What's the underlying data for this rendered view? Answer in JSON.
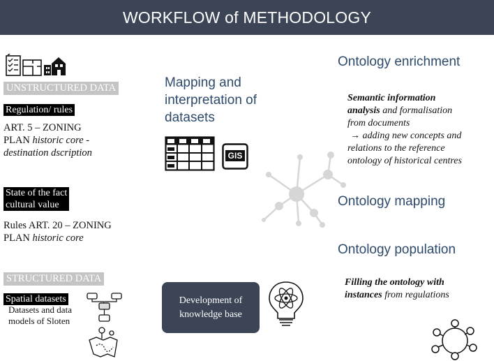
{
  "header": {
    "title": "WORKFLOW of METHODOLOGY"
  },
  "left": {
    "unstructured_label": "UNSTRUCTURED DATA",
    "regulation_label": "Regulation/ rules",
    "regulation_text_1": "ART. 5 – ZONING",
    "regulation_text_2": "PLAN",
    "regulation_text_2b": "historic core -",
    "regulation_text_3": "destination dscription",
    "state_label_1": "State of the  fact",
    "state_label_2": "cultural value",
    "rules_text_1": "Rules ART. 20 – ZONING",
    "rules_text_2": "PLAN",
    "rules_text_2b": "historic core",
    "structured_label": "STRUCTURED DATA",
    "spatial_label": "Spatial datasets",
    "spatial_text_1": "Datasets and data",
    "spatial_text_2": "models of Sloten"
  },
  "middle": {
    "mapping_title_1": "Mapping and",
    "mapping_title_2": "interpretation of",
    "mapping_title_3": "datasets",
    "gis_text": "GIS",
    "kb_text_1": "Development of",
    "kb_text_2": "knowledge base"
  },
  "right": {
    "enrichment_title": "Ontology enrichment",
    "enrich_1a": "Semantic information",
    "enrich_2a": "analysis",
    "enrich_2b": " and formalisation",
    "enrich_3": "from documents",
    "enrich_4": "→ adding new concepts and",
    "enrich_5": "relations to the reference",
    "enrich_6": "ontology of historical centres",
    "mapping_title": "Ontology mapping",
    "population_title": "Ontology population",
    "pop_1": "Filling the ontology with",
    "pop_2a": "instances",
    "pop_2b": " from regulations"
  },
  "colors": {
    "header_bg": "#3b4556",
    "heading_blue": "#2e4a6b",
    "label_grey": "#c4c4c4",
    "network_grey": "#d6d6d6"
  }
}
